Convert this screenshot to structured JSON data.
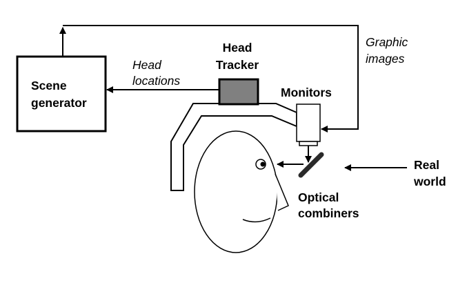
{
  "diagram": {
    "scene_generator": {
      "line1": "Scene",
      "line2": "generator"
    },
    "head_tracker": {
      "line1": "Head",
      "line2": "Tracker"
    },
    "head_locations": {
      "line1": "Head",
      "line2": "locations"
    },
    "graphic_images": {
      "line1": "Graphic",
      "line2": "images"
    },
    "monitors": "Monitors",
    "real_world": {
      "line1": "Real",
      "line2": "world"
    },
    "optical_combiners": {
      "line1": "Optical",
      "line2": "combiners"
    }
  },
  "colors": {
    "stroke": "#000000",
    "tracker_fill": "#808080",
    "combiner": "#2a2a2a",
    "background": "#ffffff"
  }
}
